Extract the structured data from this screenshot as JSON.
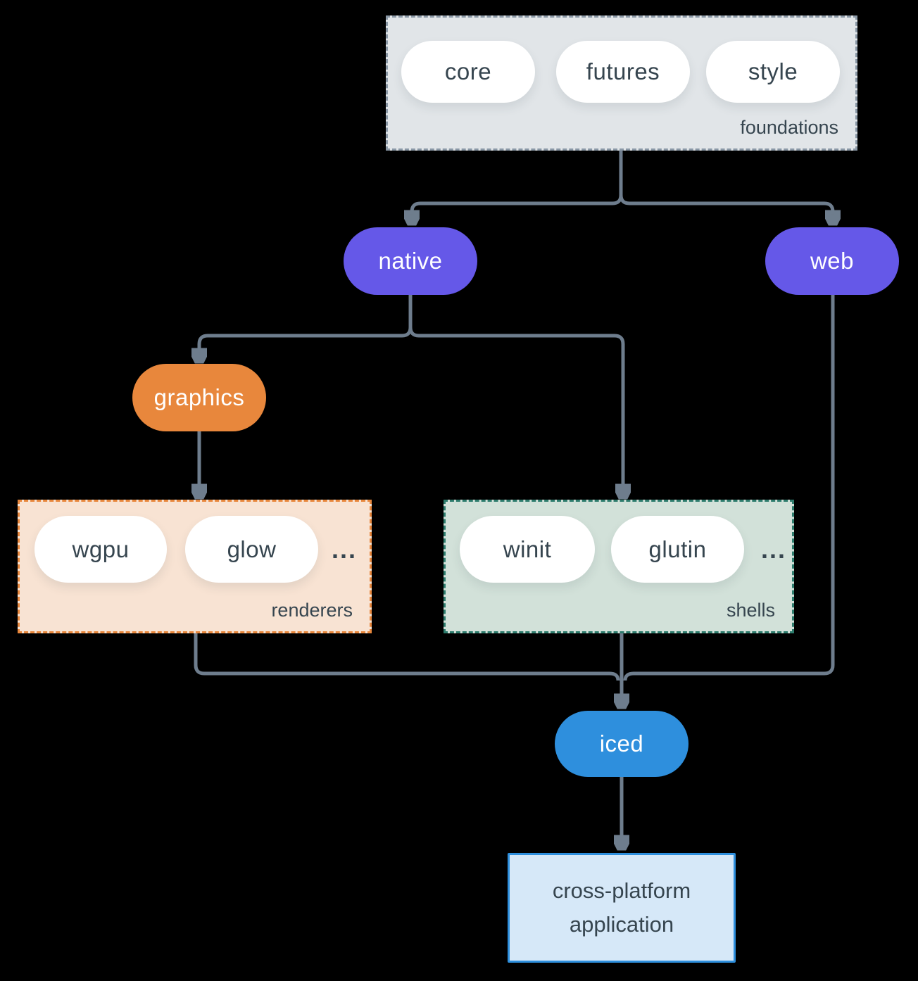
{
  "diagram": {
    "background": "#000000",
    "connector_color": "#6e7d8d",
    "text_color": "#36454f",
    "foundations": {
      "label": "foundations",
      "items": [
        "core",
        "futures",
        "style"
      ],
      "bg": "#e1e5e8",
      "border_color": "#8a98a6"
    },
    "native": {
      "label": "native",
      "bg": "#6558e8"
    },
    "web": {
      "label": "web",
      "bg": "#6558e8"
    },
    "graphics": {
      "label": "graphics",
      "bg": "#e8873c"
    },
    "renderers": {
      "label": "renderers",
      "items": [
        "wgpu",
        "glow"
      ],
      "ellipsis": "...",
      "bg": "#f8e3d3",
      "border_color": "#e8873c"
    },
    "shells": {
      "label": "shells",
      "items": [
        "winit",
        "glutin"
      ],
      "ellipsis": "...",
      "bg": "#d2e1d9",
      "border_color": "#2d7c6d"
    },
    "iced": {
      "label": "iced",
      "bg": "#2e8fdd"
    },
    "application": {
      "line1": "cross-platform",
      "line2": "application",
      "bg": "#d6e8f8",
      "border_color": "#2e8fdd"
    }
  }
}
